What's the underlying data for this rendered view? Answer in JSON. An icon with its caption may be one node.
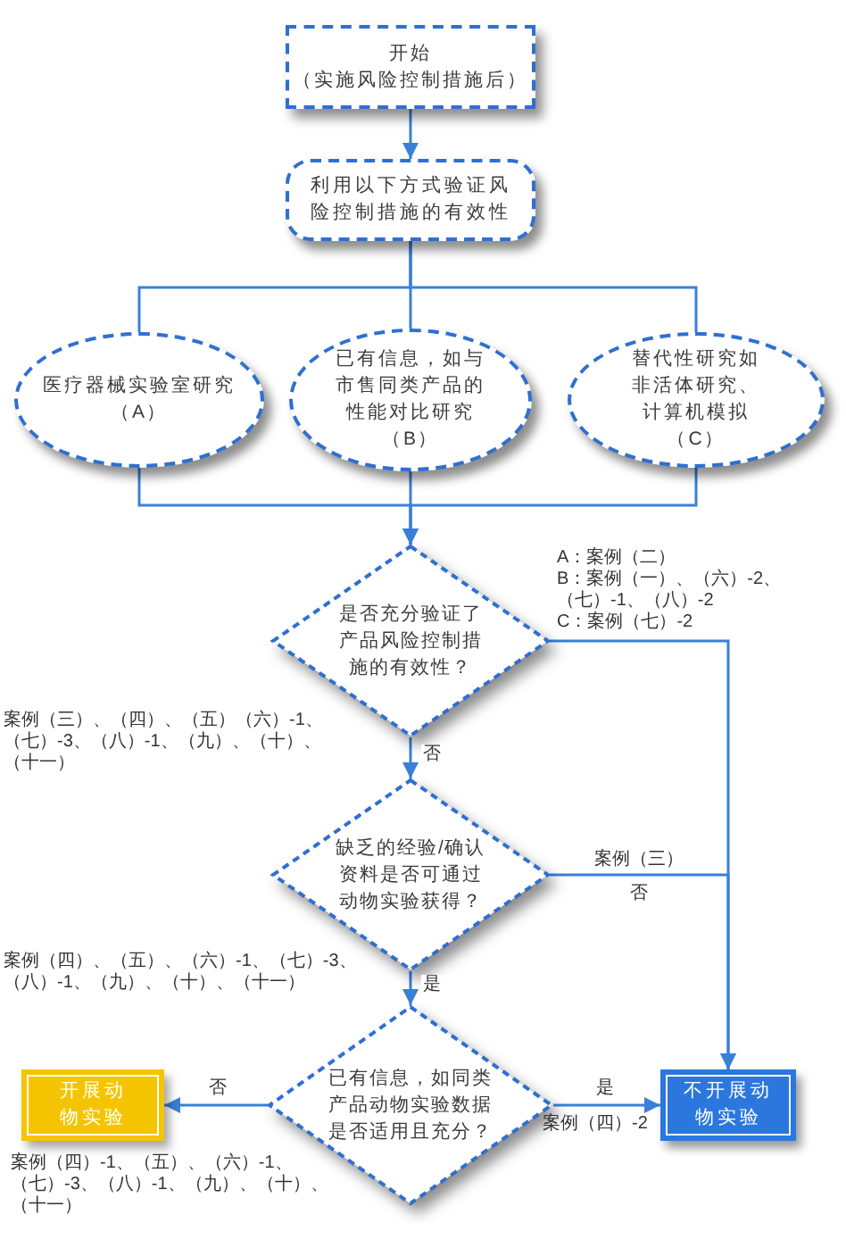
{
  "diagram": {
    "nodes": [
      {
        "text": [
          "开始",
          "（实施风险控制措施后）"
        ]
      },
      {
        "text": [
          "利用以下方式验证风险控制措施的有效性"
        ]
      },
      {
        "text": [
          "医疗器械实验室研究",
          "（A）"
        ]
      },
      {
        "text": [
          "已有信息，如与市售同类产品的性能对比研究",
          "（B）"
        ]
      },
      {
        "text": [
          "替代性研究如非活体研究、计算机模拟",
          "（C）"
        ]
      },
      {
        "text": [
          "是否充分验证了产品风险控制措施的有效性？"
        ]
      },
      {
        "text": [
          "缺乏的经验/确认资料是否可通过动物实验获得？"
        ]
      },
      {
        "text": [
          "已有信息，如同类产品动物实验数据是否适用且充分？"
        ]
      },
      {
        "text": [
          "不开展动物实验"
        ]
      },
      {
        "text": [
          "开展动物实验"
        ]
      }
    ],
    "edges": [
      {
        "from": 0,
        "to": 1,
        "arrow": "to"
      },
      {
        "from": 1,
        "to": 2,
        "arrow": "none"
      },
      {
        "from": 1,
        "to": 3,
        "arrow": "none"
      },
      {
        "from": 1,
        "to": 4,
        "arrow": "none"
      },
      {
        "from": 2,
        "to": 5,
        "arrow": "to"
      },
      {
        "from": 3,
        "to": 5,
        "arrow": "to"
      },
      {
        "from": 4,
        "to": 5,
        "arrow": "to"
      },
      {
        "from": 5,
        "to": 6,
        "arrow": "to",
        "label": "否"
      },
      {
        "from": 5,
        "to": 8,
        "arrow": "to"
      },
      {
        "from": 6,
        "to": 8,
        "arrow": "to",
        "label": "否"
      },
      {
        "from": 6,
        "to": 7,
        "arrow": "to",
        "label": "是"
      },
      {
        "from": 7,
        "to": 9,
        "arrow": "to",
        "label": "否"
      },
      {
        "from": 7,
        "to": 8,
        "arrow": "to",
        "label": "是"
      }
    ],
    "labels": [
      "A：案例（二）",
      "B：案例（一）、（六）-2、（七）-1、（八）-2",
      "C：案例（七）-2",
      "案例（三）、（四）、（五）（六）-1、（七）-3、（八）-1、（九）、（十）、（十一）",
      "案例（三）",
      "案例（四）、（五）、（六）-1、（七）-3、（八）-1、（九）、（十）、（十一）",
      "案例（四）-1、（五）、（六）-1、（七）-3、（八）-1、（九）、（十）、（十一）",
      "案例（四）-2"
    ]
  }
}
